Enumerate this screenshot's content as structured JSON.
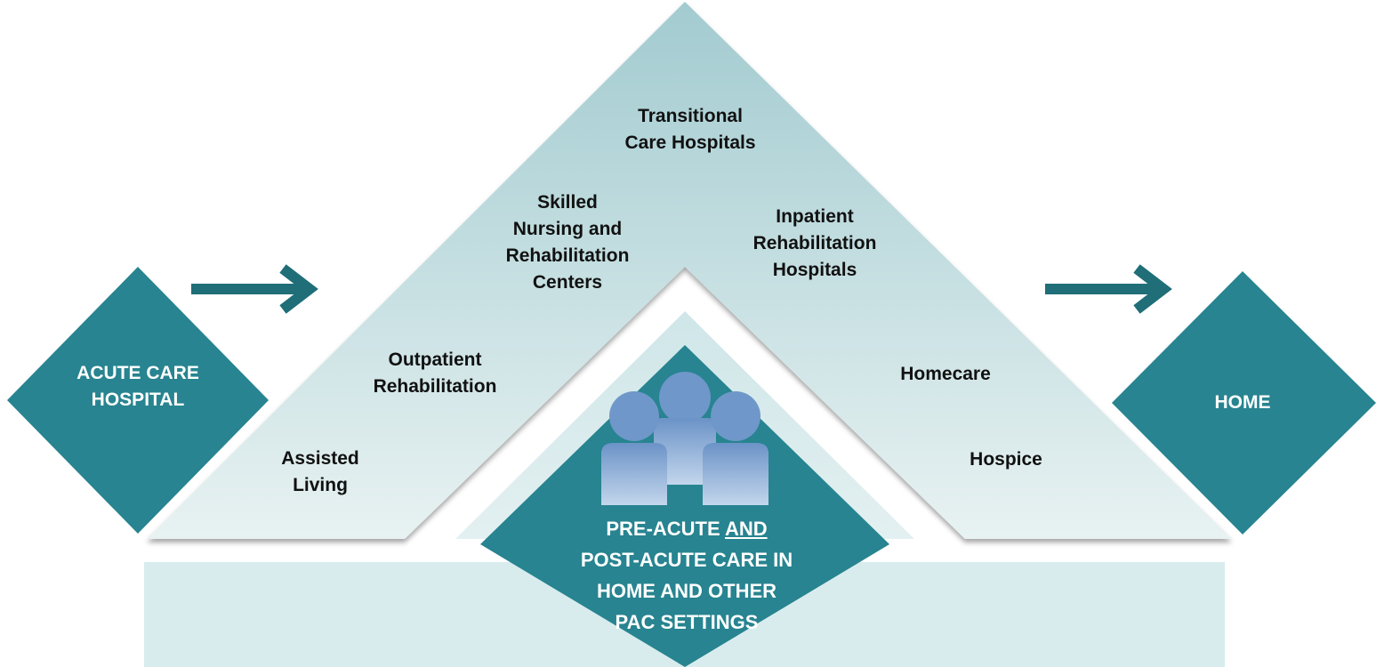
{
  "left_node": {
    "line1": "ACUTE CARE",
    "line2": "HOSPITAL"
  },
  "right_node": {
    "label": "HOME"
  },
  "settings": {
    "transitional": [
      "Transitional",
      "Care Hospitals"
    ],
    "skilled": [
      "Skilled",
      "Nursing and",
      "Rehabilitation",
      "Centers"
    ],
    "inpatient": [
      "Inpatient",
      "Rehabilitation",
      "Hospitals"
    ],
    "outpatient": [
      "Outpatient",
      "Rehabilitation"
    ],
    "homecare": "Homecare",
    "assisted": [
      "Assisted",
      "Living"
    ],
    "hospice": "Hospice"
  },
  "center": {
    "line1_a": "PRE-ACUTE ",
    "line1_b": "AND",
    "line2": "POST-ACUTE CARE IN",
    "line3": "HOME AND OTHER",
    "line4": "PAC SETTINGS"
  },
  "colors": {
    "teal": "#278490",
    "arrow": "#1f6e78",
    "light_panel": "#d8ecee",
    "roof_top": "#a6cdd2",
    "roof_bottom": "#e6f1f1",
    "people": "#6f97c9"
  },
  "icons": {
    "people": "people-group-icon",
    "arrow": "right-arrow-icon"
  }
}
